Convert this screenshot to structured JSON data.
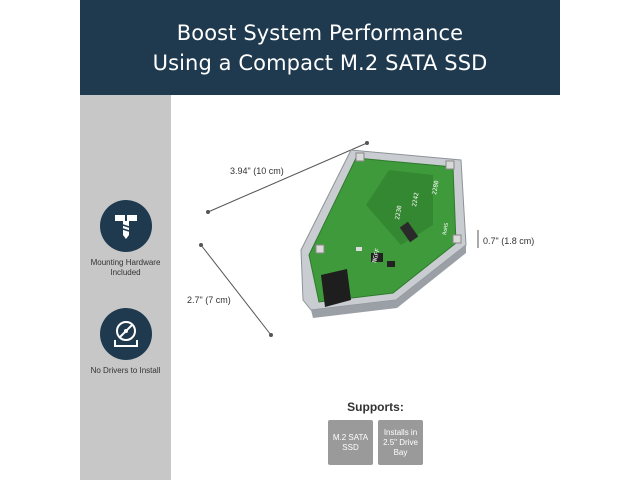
{
  "banner": {
    "line1": "Boost System Performance",
    "line2": "Using a Compact M.2 SATA SSD"
  },
  "features": [
    {
      "icon": "screw-icon",
      "label_line1": "Mounting Hardware",
      "label_line2": "Included"
    },
    {
      "icon": "no-disc-icon",
      "label_line1": "No Drivers to Install",
      "label_line2": ""
    }
  ],
  "dimensions": {
    "length": "3.94\" (10 cm)",
    "width": "2.7\" (7 cm)",
    "height": "0.7\" (1.8 cm)"
  },
  "board_labels": {
    "m2280": "2280",
    "m2242": "2242",
    "m2230": "2230",
    "ngff": "NGFF",
    "rohs": "RoHS"
  },
  "supports": {
    "title": "Supports:",
    "chip1": "M.2 SATA SSD",
    "chip2": "Installs in 2.5\" Drive Bay"
  },
  "colors": {
    "banner": "#1f3a4e",
    "sidebar": "#c7c7c7",
    "pcb": "#3f9a3c",
    "chip": "#9a9a9a"
  }
}
